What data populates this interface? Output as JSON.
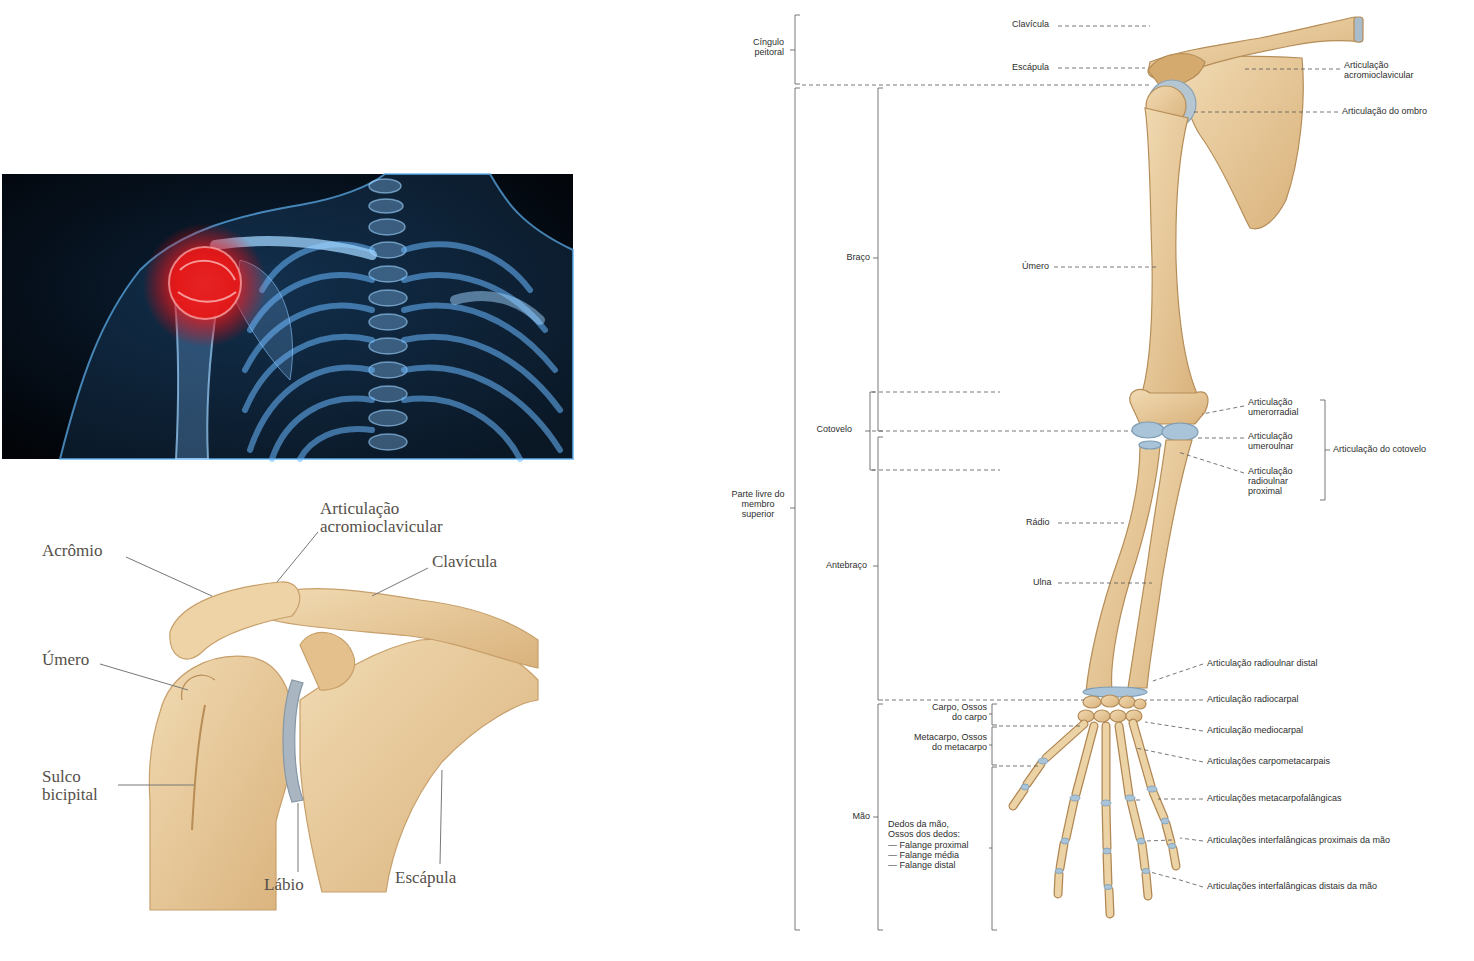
{
  "diagram": {
    "labels": [
      "Articulação acromioclavicular",
      "Acrômio",
      "Clavícula",
      "Úmero",
      "Sulco bicipital",
      "Lábio",
      "Escápula",
      "Cíngulo peitoral",
      "Clavícula",
      "Escápula",
      "Articulação acromioclavicular",
      "Articulação do ombro",
      "Braço",
      "Úmero",
      "Cotovelo",
      "Articulação umerorradial",
      "Articulação umeroulnar",
      "Articulação do cotovelo",
      "Articulação radioulnar proximal",
      "Parte livre do membro superior",
      "Rádio",
      "Antebraço",
      "Ulna",
      "Articulação radioulnar distal",
      "Articulação radiocarpal",
      "Carpo, Ossos do carpo",
      "Articulação mediocarpal",
      "Metacarpo, Ossos do metacarpo",
      "Articulações carpometacarpais",
      "Articulações metacarpofalângicas",
      "Mão",
      "Dedos da mão, Ossos dos dedos:",
      "— Falange proximal",
      "— Falange média",
      "— Falange distal",
      "Articulações interfalângicas proximais da mão",
      "Articulações interfalângicas distais da mão"
    ]
  }
}
